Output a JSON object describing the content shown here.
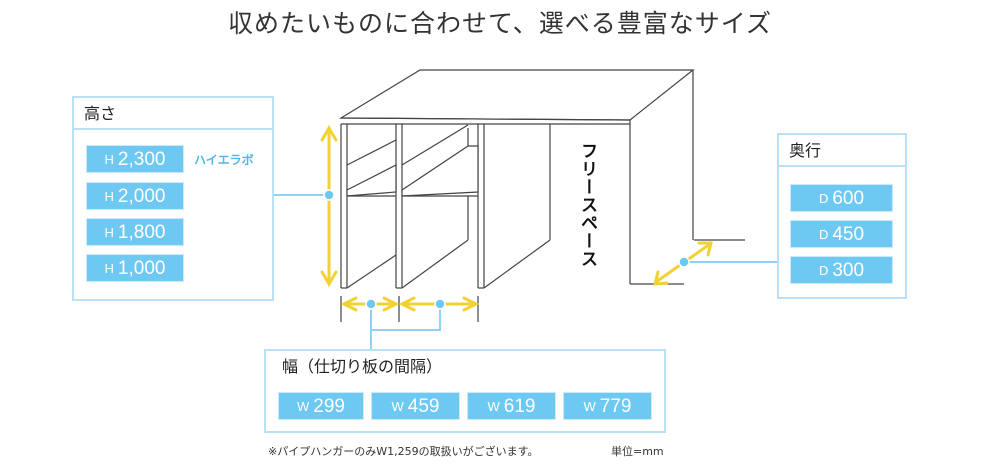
{
  "title": "収めたいものに合わせて、選べる豊富なサイズ",
  "height_panel": {
    "label": "高さ",
    "options": [
      {
        "prefix": "H",
        "value": "2,300"
      },
      {
        "prefix": "H",
        "value": "2,000"
      },
      {
        "prefix": "H",
        "value": "1,800"
      },
      {
        "prefix": "H",
        "value": "1,000"
      }
    ],
    "tag": "ハイエラボ"
  },
  "depth_panel": {
    "label": "奥行",
    "options": [
      {
        "prefix": "D",
        "value": "600"
      },
      {
        "prefix": "D",
        "value": "450"
      },
      {
        "prefix": "D",
        "value": "300"
      }
    ]
  },
  "width_panel": {
    "label": "幅（仕切り板の間隔）",
    "options": [
      {
        "prefix": "W",
        "value": "299"
      },
      {
        "prefix": "W",
        "value": "459"
      },
      {
        "prefix": "W",
        "value": "619"
      },
      {
        "prefix": "W",
        "value": "779"
      }
    ]
  },
  "free_space": "フリースペース",
  "footnote": "※パイプハンガーのみW1,259の取扱いがございます。",
  "unit": "単位=mm",
  "colors": {
    "accent": "#6ec9f2",
    "panel_border": "#b9e1f3",
    "arrow": "#f2d233",
    "connector": "#8fd3f4"
  }
}
